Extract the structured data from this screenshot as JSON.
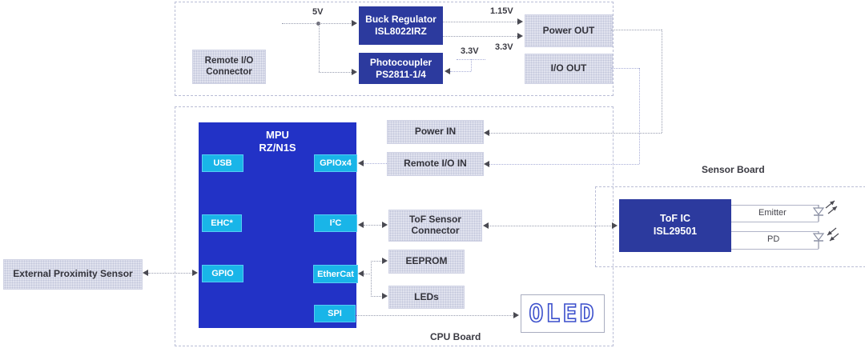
{
  "power_section": {
    "remote_io_connector": "Remote I/O\nConnector",
    "v5_label": "5V",
    "buck_regulator": "Buck Regulator\nISL8022IRZ",
    "photocoupler": "Photocoupler\nPS2811-1/4",
    "v1_15_label": "1.15V",
    "v3_3_buck_label": "3.3V",
    "v3_3_photocoupler_label": "3.3V",
    "power_out": "Power OUT",
    "io_out": "I/O OUT"
  },
  "cpu_board": {
    "board_label": "CPU Board",
    "mpu_title": "MPU\nRZ/N1S",
    "ports": {
      "usb": "USB",
      "gpiox4": "GPIOx4",
      "ehc": "EHC*",
      "i2c": "I²C",
      "gpio": "GPIO",
      "ethercat": "EtherCat",
      "spi": "SPI"
    },
    "power_in": "Power IN",
    "remote_io_in": "Remote I/O IN",
    "tof_sensor_connector": "ToF Sensor\nConnector",
    "eeprom": "EEPROM",
    "leds": "LEDs",
    "oled": "OLED"
  },
  "sensor_board": {
    "board_label": "Sensor Board",
    "tof_ic": "ToF IC\nISL29501",
    "emitter_label": "Emitter",
    "pd_label": "PD"
  },
  "external": {
    "proximity_sensor": "External Proximity Sensor"
  },
  "colors": {
    "mpu_blue": "#2232c6",
    "block_navy": "#2c3a9e",
    "port_cyan": "#19b5e8",
    "box_gray": "#e0e2ee",
    "dashed_border": "#b9bdd6",
    "oled_blue": "#3c50cc",
    "wire_gray": "#979caf"
  }
}
